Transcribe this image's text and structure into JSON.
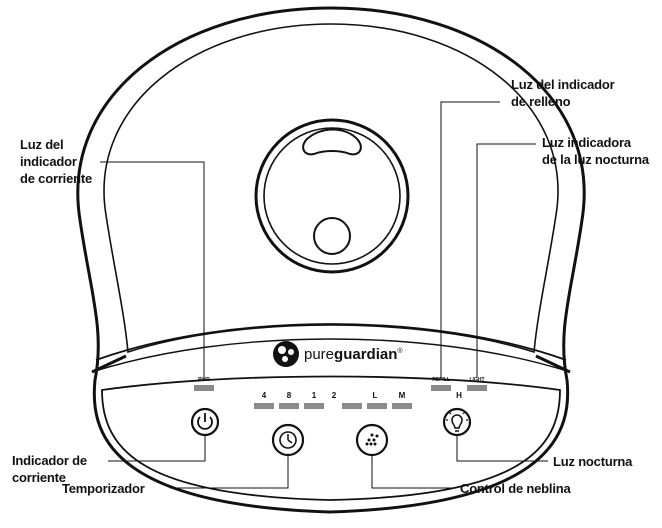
{
  "brand": {
    "name_light": "pure",
    "name_bold": "guardian",
    "mark": "®"
  },
  "panel": {
    "power_led_label": "PWR",
    "refill_led_label": "REFILL",
    "nightlight_led_label": "LIGHT",
    "timer_labels": [
      "4",
      "8",
      "1",
      "2"
    ],
    "mist_labels": [
      "L",
      "M",
      "H"
    ]
  },
  "callouts": {
    "power_light": "Luz del\nindicador\nde corriente",
    "refill_light": "Luz del indicador\nde relleno",
    "nightlight_indicator": "Luz indicadora\nde la luz nocturna",
    "power_button": "Indicador de\ncorriente",
    "timer": "Temporizador",
    "mist_control": "Control de neblina",
    "nightlight": "Luz nocturna"
  },
  "icons": {
    "power": "power-icon",
    "timer": "clock-icon",
    "mist": "mist-droplets-icon",
    "nightlight": "lightbulb-icon"
  }
}
